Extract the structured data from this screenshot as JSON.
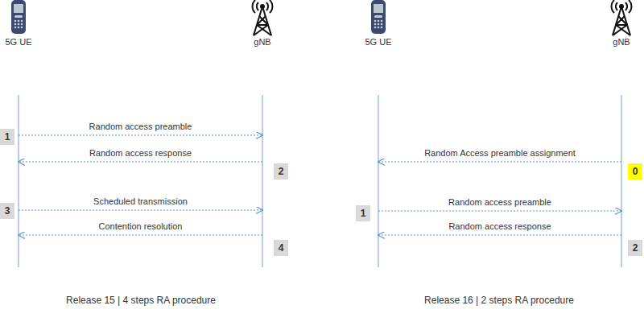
{
  "diagram": {
    "nodes": [
      {
        "text": [
          "5G UE"
        ]
      },
      {
        "text": [
          "gNB"
        ]
      },
      {
        "text": [
          "5G UE"
        ]
      },
      {
        "text": [
          "gNB"
        ]
      },
      {
        "text": [
          "1"
        ]
      },
      {
        "text": [
          "2"
        ]
      },
      {
        "text": [
          "3"
        ]
      },
      {
        "text": [
          "4"
        ]
      },
      {
        "text": [
          "0"
        ]
      },
      {
        "text": [
          "1"
        ]
      },
      {
        "text": [
          "2"
        ]
      }
    ],
    "edges": [
      {
        "from": 0,
        "to": 1,
        "label": "Random access preamble",
        "arrow": "to"
      },
      {
        "from": 1,
        "to": 0,
        "label": "Random access response",
        "arrow": "to"
      },
      {
        "from": 0,
        "to": 1,
        "label": "Scheduled transmission",
        "arrow": "to"
      },
      {
        "from": 1,
        "to": 0,
        "label": "Contention resolution",
        "arrow": "to"
      },
      {
        "from": 3,
        "to": 2,
        "label": "Random Access preamble assignment",
        "arrow": "to"
      },
      {
        "from": 2,
        "to": 3,
        "label": "Random access preamble",
        "arrow": "to"
      },
      {
        "from": 3,
        "to": 2,
        "label": "Random access response",
        "arrow": "to"
      }
    ],
    "labels": [
      "Release 15 | 4 steps RA procedure",
      "Release 16 | 2 steps RA procedure"
    ]
  }
}
